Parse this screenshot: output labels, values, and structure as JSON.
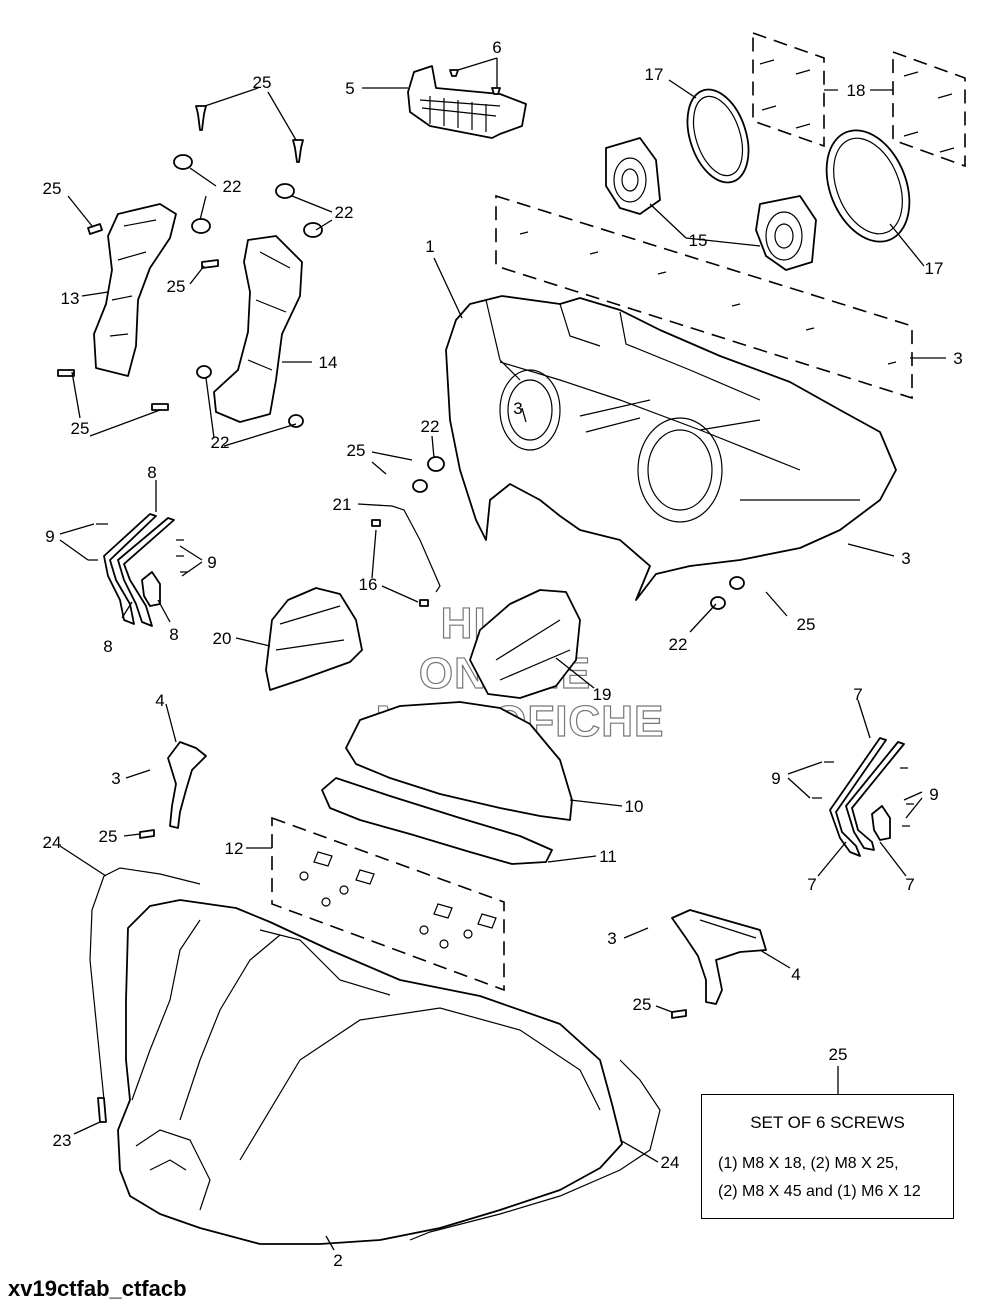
{
  "diagram": {
    "reference_code": "xv19ctfab_ctfacb",
    "watermark": [
      "HLSM",
      "ONLINE",
      "MICROFICHE"
    ],
    "note": {
      "callout": "25",
      "title": "SET OF 6 SCREWS",
      "line1": "(1) M8 X 18, (2) M8 X 25,",
      "line2": "(2) M8 X 45 and (1) M6 X 12"
    },
    "callouts": [
      "1",
      "2",
      "3",
      "4",
      "5",
      "6",
      "7",
      "8",
      "9",
      "10",
      "11",
      "12",
      "13",
      "14",
      "15",
      "16",
      "17",
      "18",
      "19",
      "20",
      "21",
      "22",
      "23",
      "24",
      "25"
    ]
  }
}
